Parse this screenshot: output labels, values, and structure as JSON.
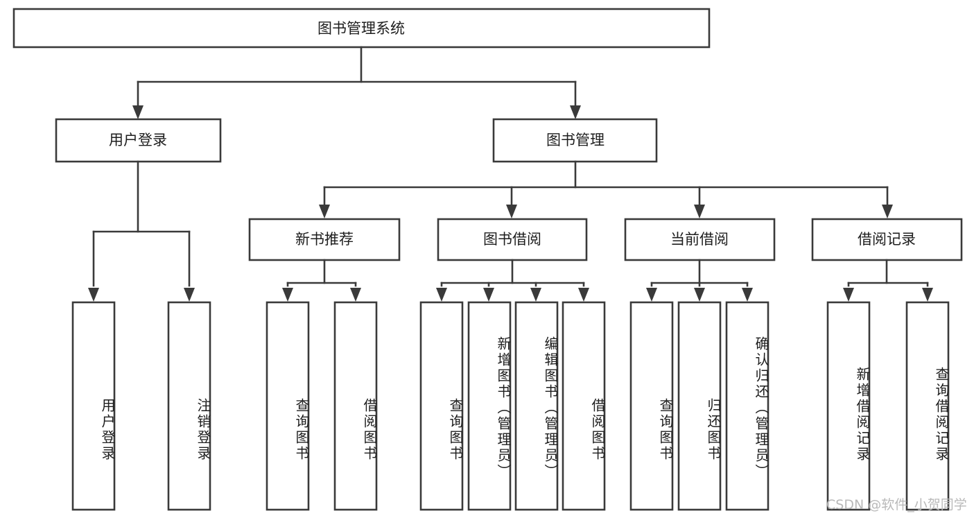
{
  "diagram": {
    "title": "图书管理系统",
    "type": "tree-hierarchy-chart",
    "orientation": "top-down",
    "root": {
      "id": "root",
      "label": "图书管理系统",
      "level": 0
    },
    "level1": [
      {
        "id": "user-login",
        "label": "用户登录",
        "level": 1
      },
      {
        "id": "book-management",
        "label": "图书管理",
        "level": 1
      }
    ],
    "level2": [
      {
        "id": "new-book-recommend",
        "label": "新书推荐",
        "parent": "book-management",
        "level": 2
      },
      {
        "id": "book-borrow",
        "label": "图书借阅",
        "parent": "book-management",
        "level": 2
      },
      {
        "id": "current-borrow",
        "label": "当前借阅",
        "parent": "book-management",
        "level": 2
      },
      {
        "id": "borrow-record",
        "label": "借阅记录",
        "parent": "book-management",
        "level": 2
      }
    ],
    "leaves": [
      {
        "id": "leaf-user-login",
        "label": "用户登录",
        "parent": "user-login"
      },
      {
        "id": "leaf-user-logout",
        "label": "注销登录",
        "parent": "user-login"
      },
      {
        "id": "leaf-query-book-1",
        "label": "查询图书",
        "parent": "new-book-recommend"
      },
      {
        "id": "leaf-borrow-book-1",
        "label": "借阅图书",
        "parent": "new-book-recommend"
      },
      {
        "id": "leaf-query-book-2",
        "label": "查询图书",
        "parent": "book-borrow"
      },
      {
        "id": "leaf-add-book",
        "label": "新增图书（管理员）",
        "parent": "book-borrow"
      },
      {
        "id": "leaf-edit-book",
        "label": "编辑图书（管理员）",
        "parent": "book-borrow"
      },
      {
        "id": "leaf-borrow-book-2",
        "label": "借阅图书",
        "parent": "book-borrow"
      },
      {
        "id": "leaf-query-book-3",
        "label": "查询图书",
        "parent": "current-borrow"
      },
      {
        "id": "leaf-return-book",
        "label": "归还图书",
        "parent": "current-borrow"
      },
      {
        "id": "leaf-confirm-return",
        "label": "确认归还（管理员）",
        "parent": "current-borrow"
      },
      {
        "id": "leaf-add-record",
        "label": "新增借阅记录",
        "parent": "borrow-record"
      },
      {
        "id": "leaf-query-record",
        "label": "查询借阅记录",
        "parent": "borrow-record"
      }
    ],
    "edges": [
      {
        "from": "root",
        "to": "user-login"
      },
      {
        "from": "root",
        "to": "book-management"
      },
      {
        "from": "user-login",
        "to": "leaf-user-login"
      },
      {
        "from": "user-login",
        "to": "leaf-user-logout"
      },
      {
        "from": "book-management",
        "to": "new-book-recommend"
      },
      {
        "from": "book-management",
        "to": "book-borrow"
      },
      {
        "from": "book-management",
        "to": "current-borrow"
      },
      {
        "from": "book-management",
        "to": "borrow-record"
      },
      {
        "from": "new-book-recommend",
        "to": "leaf-query-book-1"
      },
      {
        "from": "new-book-recommend",
        "to": "leaf-borrow-book-1"
      },
      {
        "from": "book-borrow",
        "to": "leaf-query-book-2"
      },
      {
        "from": "book-borrow",
        "to": "leaf-add-book"
      },
      {
        "from": "book-borrow",
        "to": "leaf-edit-book"
      },
      {
        "from": "book-borrow",
        "to": "leaf-borrow-book-2"
      },
      {
        "from": "current-borrow",
        "to": "leaf-query-book-3"
      },
      {
        "from": "current-borrow",
        "to": "leaf-return-book"
      },
      {
        "from": "current-borrow",
        "to": "leaf-confirm-return"
      },
      {
        "from": "borrow-record",
        "to": "leaf-add-record"
      },
      {
        "from": "borrow-record",
        "to": "leaf-query-record"
      }
    ],
    "colors": {
      "stroke": "#3a3a3a",
      "fill": "#ffffff",
      "text": "#1d1d1d",
      "watermark": "#b9b9b9",
      "background": "#ffffff"
    }
  },
  "watermark": {
    "text": "CSDN @软件_小贺同学"
  }
}
